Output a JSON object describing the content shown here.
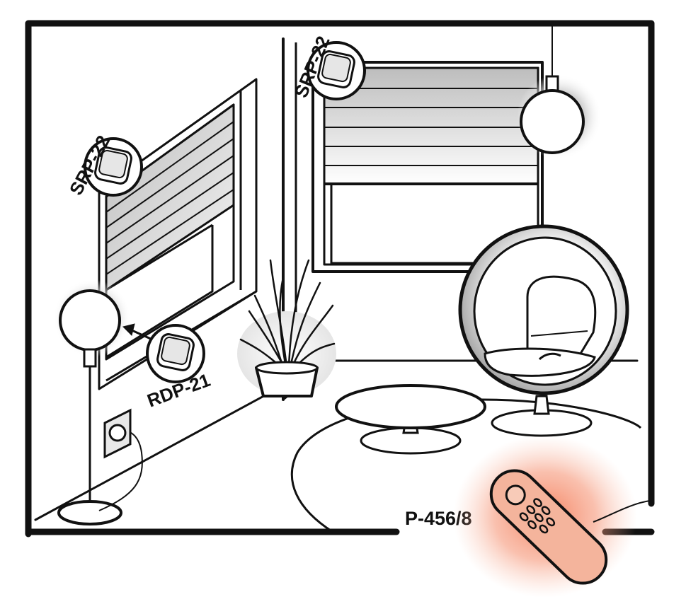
{
  "labels": {
    "srp_left": "SRP-22",
    "srp_right": "SRP-22",
    "rdp": "RDP-21",
    "remote": "P-456/8"
  },
  "colors": {
    "line": "#111111",
    "remote_fill": "#f4b49c",
    "remote_glow": "#f58d6c",
    "shade_dark": "#c9c9c9",
    "shade_light": "#ffffff"
  },
  "icons": {
    "receiver": "receiver-module-icon",
    "remote": "remote-control-icon",
    "socket": "wall-socket-icon"
  }
}
